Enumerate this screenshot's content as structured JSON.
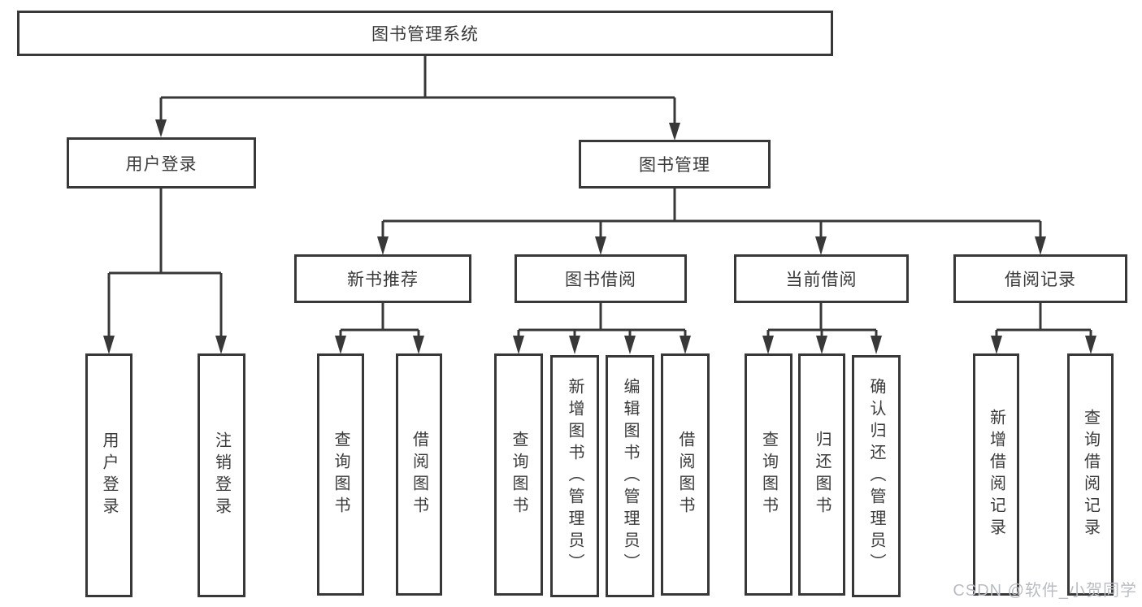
{
  "tree": {
    "label": "图书管理系统",
    "children": [
      {
        "label": "用户登录",
        "children": [
          {
            "label": "用户登录"
          },
          {
            "label": "注销登录"
          }
        ]
      },
      {
        "label": "图书管理",
        "children": [
          {
            "label": "新书推荐",
            "children": [
              {
                "label": "查询图书"
              },
              {
                "label": "借阅图书"
              }
            ]
          },
          {
            "label": "图书借阅",
            "children": [
              {
                "label": "查询图书"
              },
              {
                "label": "新增图书（管理员）"
              },
              {
                "label": "编辑图书（管理员）"
              },
              {
                "label": "借阅图书"
              }
            ]
          },
          {
            "label": "当前借阅",
            "children": [
              {
                "label": "查询图书"
              },
              {
                "label": "归还图书"
              },
              {
                "label": "确认归还（管理员）"
              }
            ]
          },
          {
            "label": "借阅记录",
            "children": [
              {
                "label": "新增借阅记录"
              },
              {
                "label": "查询借阅记录"
              }
            ]
          }
        ]
      }
    ]
  },
  "watermark": "CSDN @软件_小贺同学",
  "colors": {
    "line": "#383838",
    "box_border": "#383838",
    "text": "#3a3a3a",
    "watermark": "#b9bdc3",
    "background": "#ffffff"
  }
}
